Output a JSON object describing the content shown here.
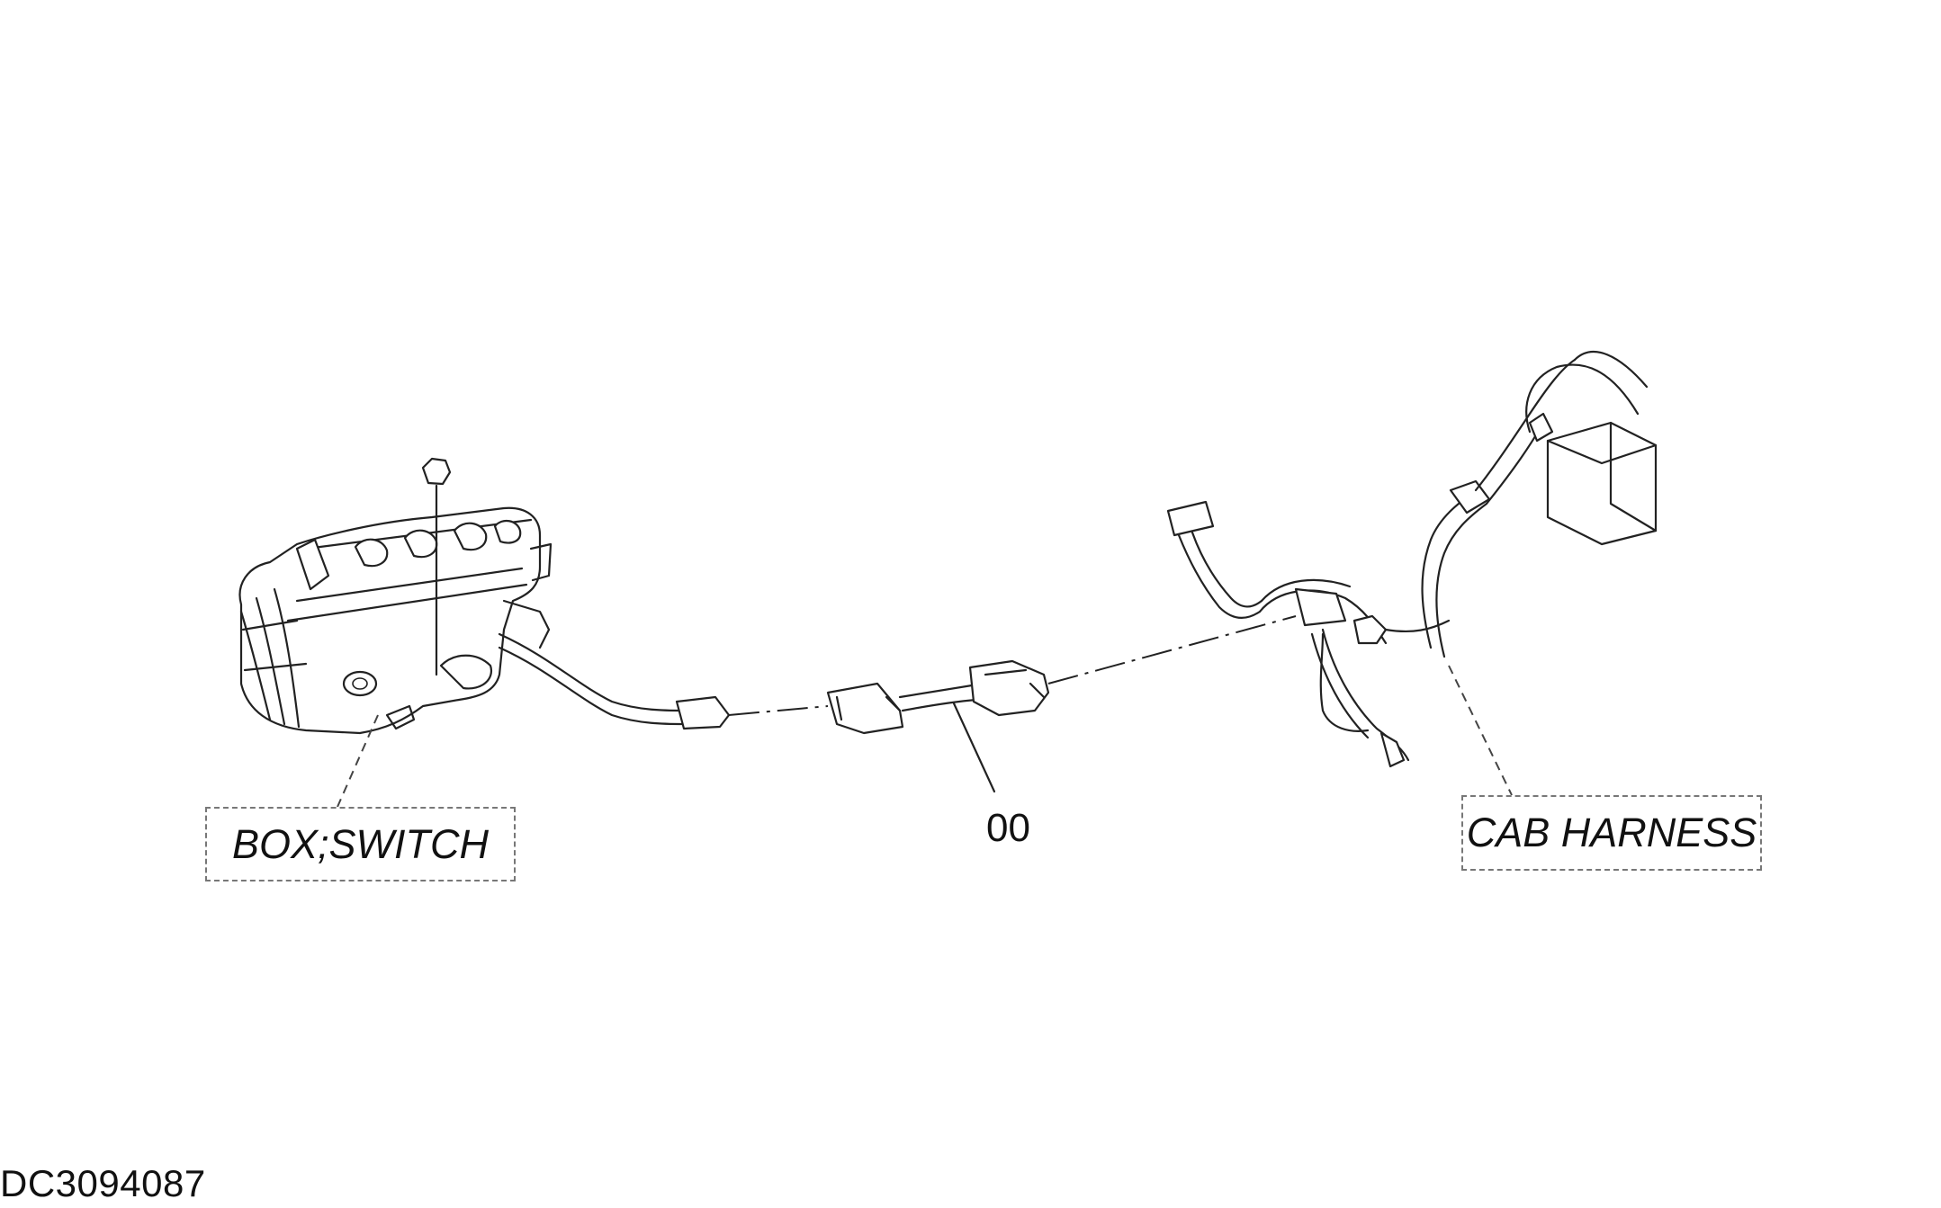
{
  "labels": {
    "box_switch": "BOX;SWITCH",
    "part_number": "00",
    "cab_harness": "CAB HARNESS"
  },
  "figure_id": "DC3094087"
}
